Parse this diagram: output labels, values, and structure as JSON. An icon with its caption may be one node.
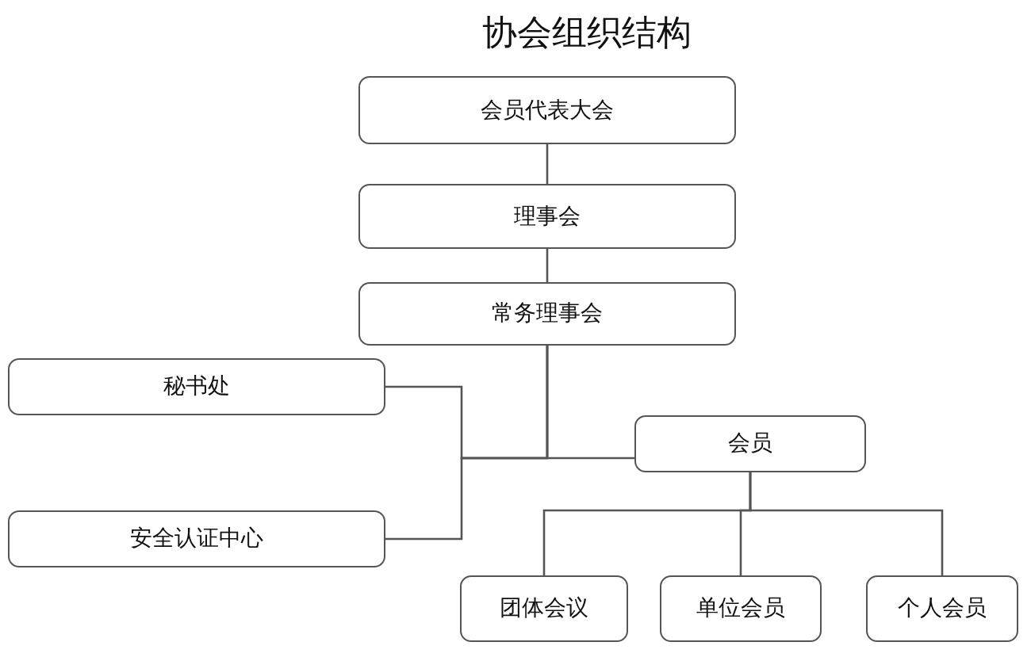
{
  "diagram": {
    "title": "协会组织结构",
    "nodes": [
      {
        "text": [
          "会员代表大会"
        ]
      },
      {
        "text": [
          "理事会"
        ]
      },
      {
        "text": [
          "常务理事会"
        ]
      },
      {
        "text": [
          "秘书处"
        ]
      },
      {
        "text": [
          "会员"
        ]
      },
      {
        "text": [
          "安全认证中心"
        ]
      },
      {
        "text": [
          "团体会议"
        ]
      },
      {
        "text": [
          "单位会员"
        ]
      },
      {
        "text": [
          "个人会员"
        ]
      }
    ],
    "edges": [
      {
        "from": 0,
        "to": 1,
        "arrow": "none"
      },
      {
        "from": 1,
        "to": 2,
        "arrow": "none"
      },
      {
        "from": 2,
        "to": 3,
        "arrow": "none"
      },
      {
        "from": 2,
        "to": 5,
        "arrow": "none"
      },
      {
        "from": 2,
        "to": 4,
        "arrow": "none"
      },
      {
        "from": 4,
        "to": 6,
        "arrow": "none"
      },
      {
        "from": 4,
        "to": 7,
        "arrow": "none"
      },
      {
        "from": 4,
        "to": 8,
        "arrow": "none"
      }
    ]
  }
}
